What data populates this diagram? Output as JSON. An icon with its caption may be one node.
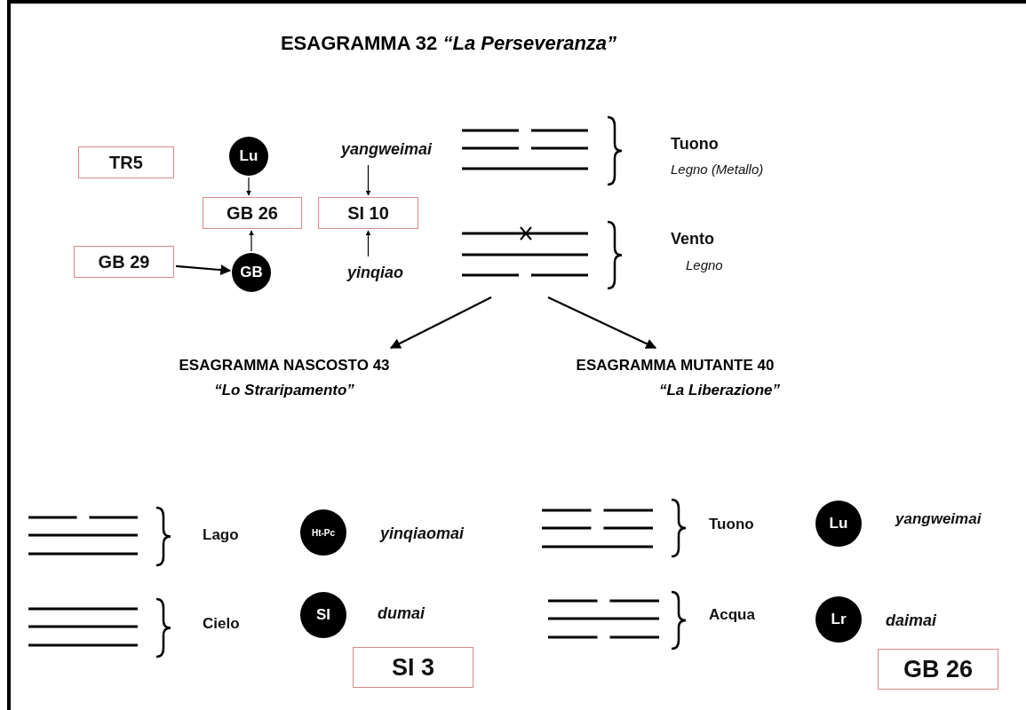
{
  "diagram": {
    "title": "ESAGRAMMA 32 *“La Perseveranza”*",
    "nodes": [
      {
        "text": [
          "TR5"
        ]
      },
      {
        "text": [
          "Lu"
        ]
      },
      {
        "text": [
          "yangweimai"
        ]
      },
      {
        "text": [
          "GB 26"
        ]
      },
      {
        "text": [
          "SI 10"
        ]
      },
      {
        "text": [
          "GB 29"
        ]
      },
      {
        "text": [
          "GB"
        ]
      },
      {
        "text": [
          "yinqiao"
        ]
      },
      {
        "text": [
          "ESAGRAMMA NASCOSTO 43",
          "“Lo Straripamento”"
        ]
      },
      {
        "text": [
          "ESAGRAMMA MUTANTE 40",
          "“La Liberazione”"
        ]
      },
      {
        "text": [
          "Ht-Pc"
        ]
      },
      {
        "text": [
          "SI"
        ]
      },
      {
        "text": [
          "SI 3"
        ]
      },
      {
        "text": [
          "Lu"
        ]
      },
      {
        "text": [
          "Lr"
        ]
      },
      {
        "text": [
          "GB 26"
        ]
      }
    ],
    "edges": [
      {
        "from": 1,
        "to": 3,
        "arrow": "to"
      },
      {
        "from": 2,
        "to": 4,
        "arrow": "to"
      },
      {
        "from": 5,
        "to": 6,
        "arrow": "to"
      },
      {
        "from": 6,
        "to": 3,
        "arrow": "to"
      },
      {
        "from": 7,
        "to": 4,
        "arrow": "to"
      },
      {
        "from": null,
        "to": 8,
        "arrow": "to"
      },
      {
        "from": null,
        "to": 9,
        "arrow": "to"
      }
    ],
    "labels": [
      "Tuono",
      "Legno (Metallo)",
      "Vento",
      "Legno",
      "Lago",
      "yinqiaomai",
      "Tuono",
      "yangweimai",
      "Cielo",
      "dumai",
      "Acqua",
      "daimai"
    ]
  }
}
